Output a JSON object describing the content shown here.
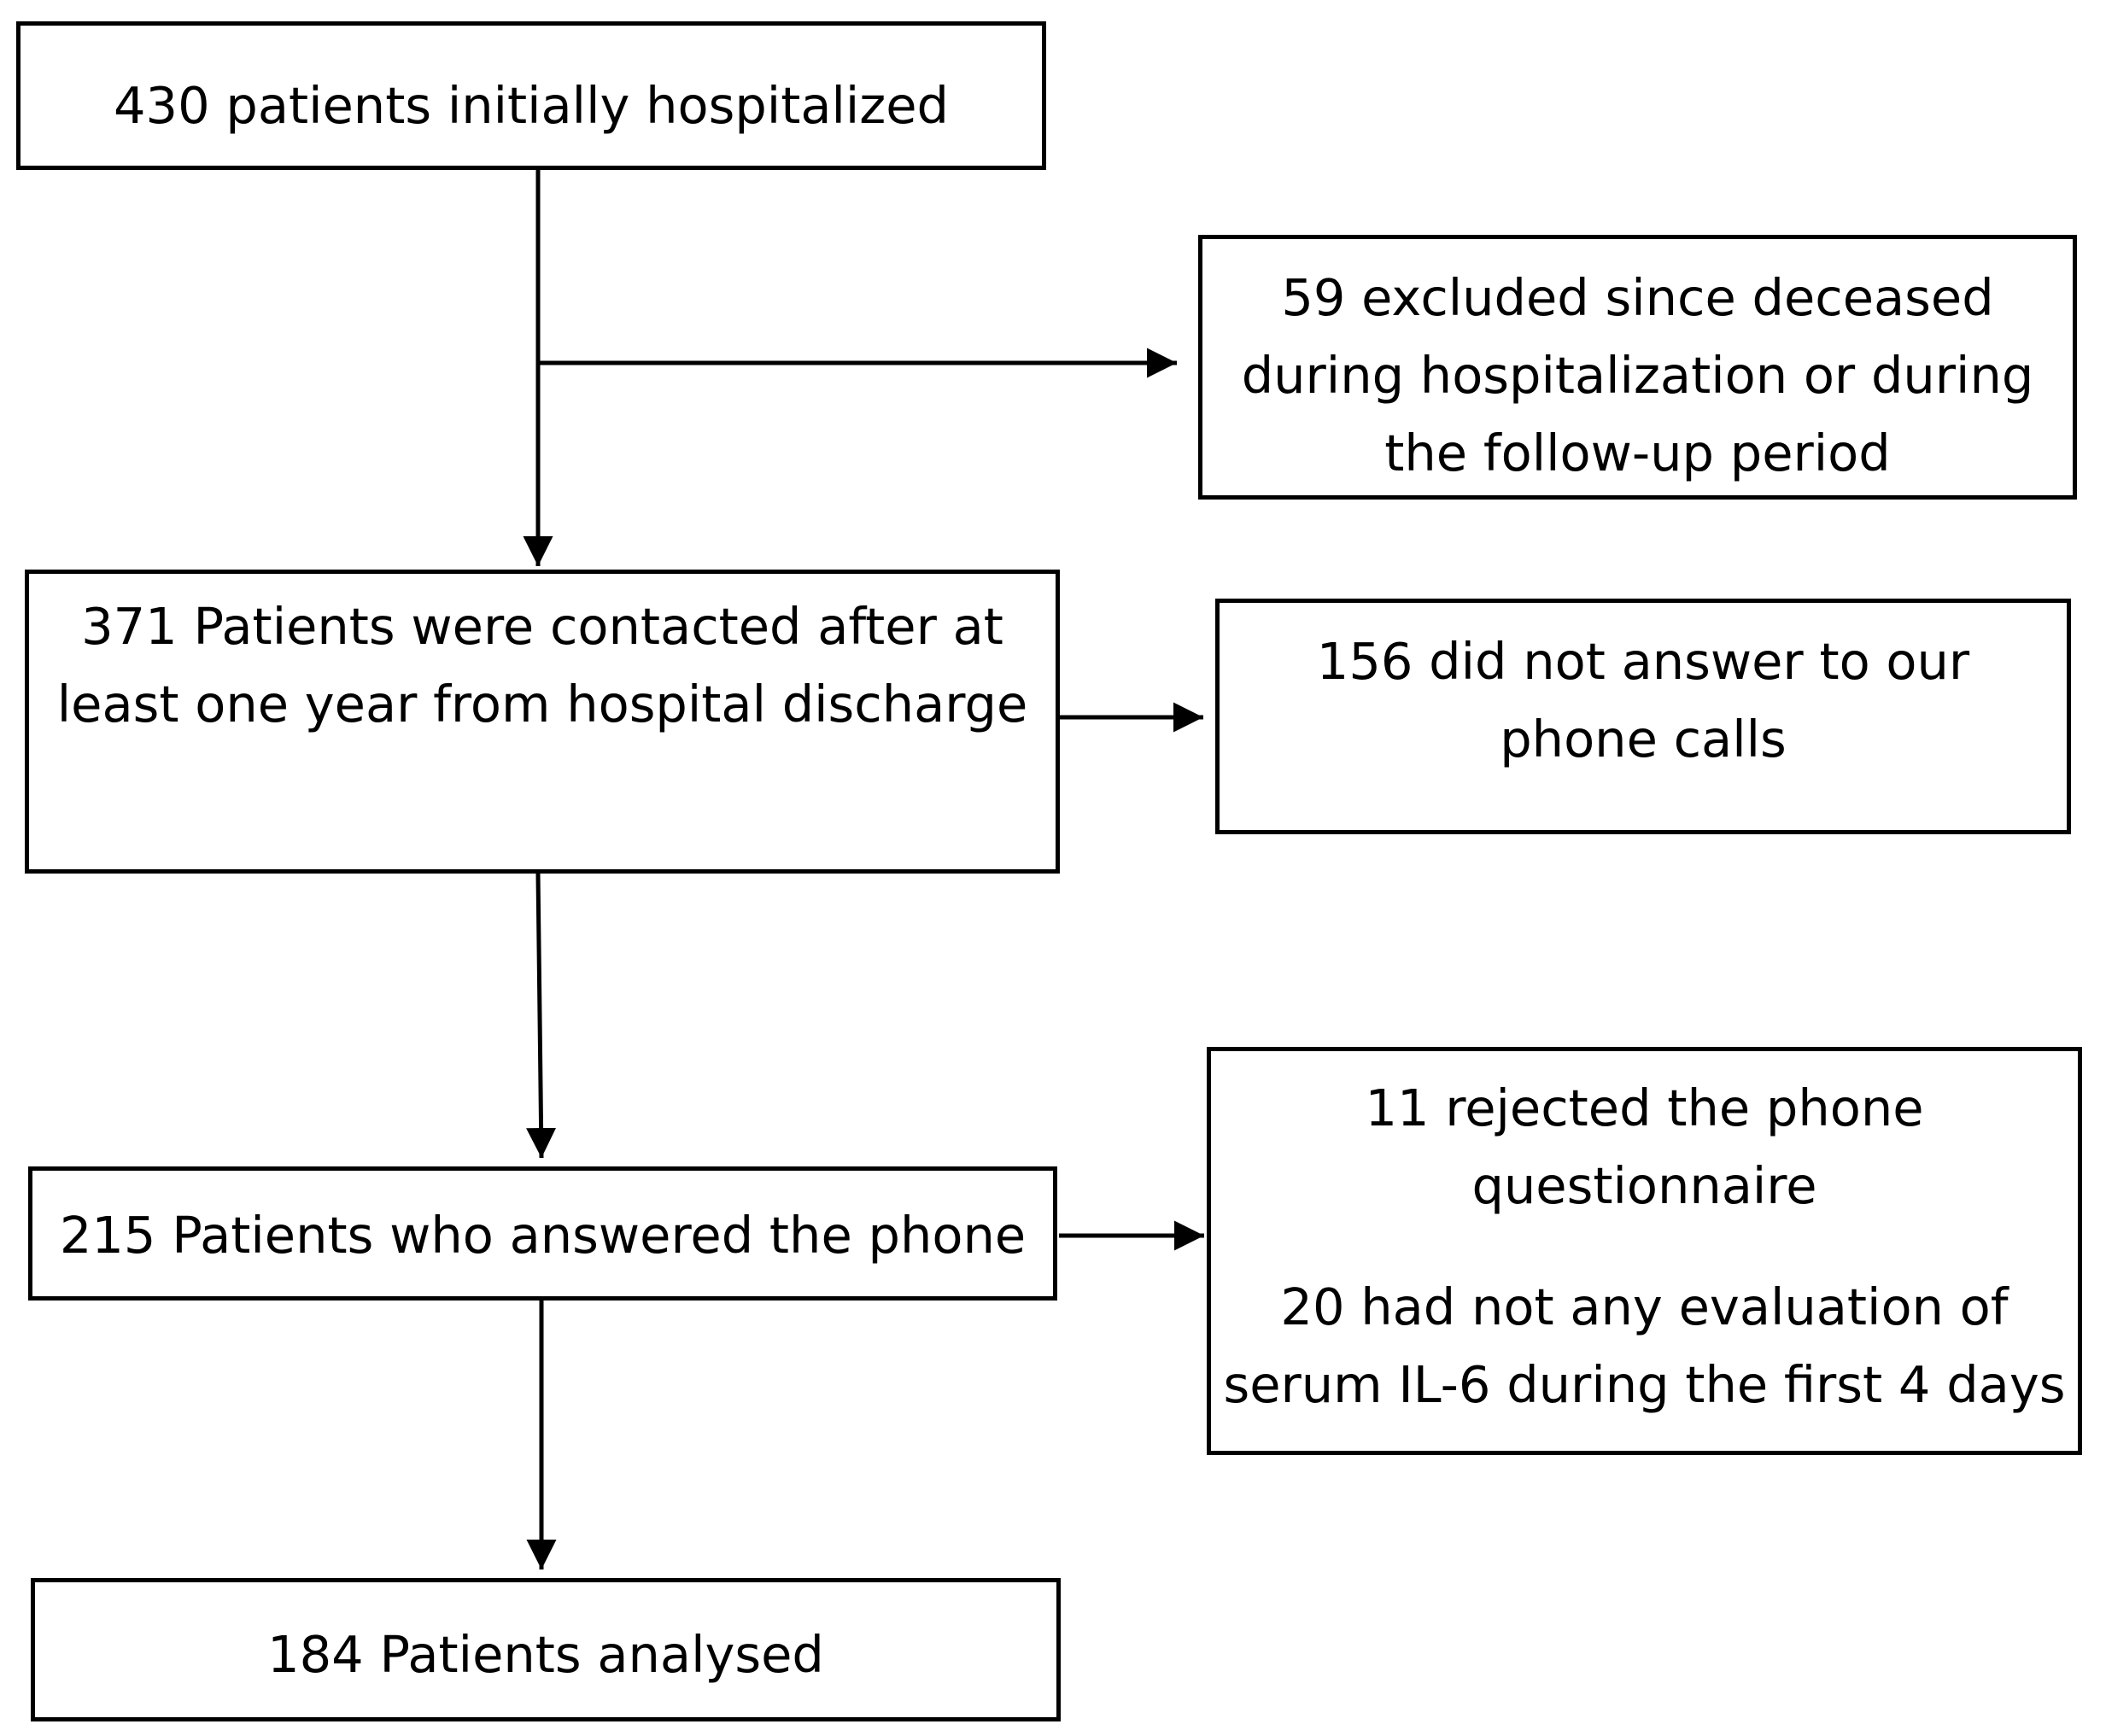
{
  "flow": {
    "initial": {
      "lines": [
        "430 patients initially hospitalized"
      ]
    },
    "excluded_deceased": {
      "lines": [
        "59 excluded since deceased",
        "during hospitalization or during",
        "the follow-up period"
      ]
    },
    "contacted": {
      "lines": [
        "371 Patients were contacted after at",
        "least one year from hospital discharge"
      ]
    },
    "no_answer": {
      "lines": [
        "156 did not answer to our",
        "phone calls"
      ]
    },
    "answered": {
      "lines": [
        "215 Patients who answered the phone"
      ]
    },
    "excluded_other": {
      "rejected_lines": [
        "11 rejected the phone",
        "questionnaire"
      ],
      "no_il6_lines": [
        "20 had not any evaluation of",
        "serum IL-6 during the first 4 days"
      ]
    },
    "analysed": {
      "lines": [
        "184 Patients analysed"
      ]
    }
  },
  "colors": {
    "stroke": "#000000",
    "background": "#ffffff"
  }
}
